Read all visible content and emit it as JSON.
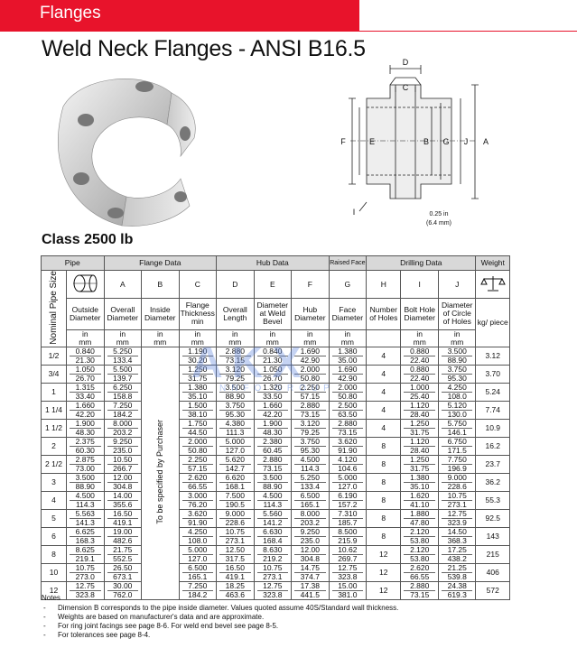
{
  "section_tab": "Flanges",
  "page_title": "Weld Neck Flanges - ANSI B16.5",
  "class_label": "Class 2500 lb",
  "watermark": {
    "big": "AKX",
    "small": "NNFO GROUP"
  },
  "diagram": {
    "labels": {
      "D": "D",
      "C": "C",
      "F": "F",
      "E": "E",
      "B": "B",
      "G": "G",
      "J": "J",
      "A": "A",
      "I": "I"
    },
    "note_line1": "0.25 in",
    "note_line2": "(6.4 mm)"
  },
  "table": {
    "group_headers": {
      "pipe": "Pipe",
      "flange": "Flange Data",
      "hub": "Hub Data",
      "raised_face": "Raised Face",
      "drilling": "Drilling Data",
      "weight": "Weight"
    },
    "nominal_label": "Nominal Pipe Size",
    "letters": [
      "A",
      "B",
      "C",
      "D",
      "E",
      "F",
      "G",
      "H",
      "I",
      "J"
    ],
    "subheaders": [
      "Outside Diameter",
      "Overall Diameter",
      "Inside Diameter",
      "Flange Thickness min",
      "Overall Length",
      "Diameter at Weld Bevel",
      "Hub Diameter",
      "Face Diameter",
      "Number of Holes",
      "Bolt Hole Diameter",
      "Diameter of Circle of Holes"
    ],
    "weight_unit": "kg/ piece",
    "units": [
      "in",
      "mm"
    ],
    "inside_diameter_note": "To be specified by Purchaser",
    "rows": [
      {
        "nps": "1/2",
        "od": [
          "0.840",
          "21.30"
        ],
        "a": [
          "5.250",
          "133.4"
        ],
        "c": [
          "1.190",
          "30.20"
        ],
        "d": [
          "2.880",
          "73.15"
        ],
        "e": [
          "0.840",
          "21.30"
        ],
        "f": [
          "1.690",
          "42.90"
        ],
        "g": [
          "1.380",
          "35.00"
        ],
        "h": "4",
        "i": [
          "0.880",
          "22.40"
        ],
        "j": [
          "3.500",
          "88.90"
        ],
        "w": "3.12"
      },
      {
        "nps": "3/4",
        "od": [
          "1.050",
          "26.70"
        ],
        "a": [
          "5.500",
          "139.7"
        ],
        "c": [
          "1.250",
          "31.75"
        ],
        "d": [
          "3.120",
          "79.25"
        ],
        "e": [
          "1.050",
          "26.70"
        ],
        "f": [
          "2.000",
          "50.80"
        ],
        "g": [
          "1.690",
          "42.90"
        ],
        "h": "4",
        "i": [
          "0.880",
          "22.40"
        ],
        "j": [
          "3.750",
          "95.30"
        ],
        "w": "3.70"
      },
      {
        "nps": "1",
        "od": [
          "1.315",
          "33.40"
        ],
        "a": [
          "6.250",
          "158.8"
        ],
        "c": [
          "1.380",
          "35.10"
        ],
        "d": [
          "3.500",
          "88.90"
        ],
        "e": [
          "1.320",
          "33.50"
        ],
        "f": [
          "2.250",
          "57.15"
        ],
        "g": [
          "2.000",
          "50.80"
        ],
        "h": "4",
        "i": [
          "1.000",
          "25.40"
        ],
        "j": [
          "4.250",
          "108.0"
        ],
        "w": "5.24"
      },
      {
        "nps": "1 1/4",
        "od": [
          "1.660",
          "42.20"
        ],
        "a": [
          "7.250",
          "184.2"
        ],
        "c": [
          "1.500",
          "38.10"
        ],
        "d": [
          "3.750",
          "95.30"
        ],
        "e": [
          "1.660",
          "42.20"
        ],
        "f": [
          "2.880",
          "73.15"
        ],
        "g": [
          "2.500",
          "63.50"
        ],
        "h": "4",
        "i": [
          "1.120",
          "28.40"
        ],
        "j": [
          "5.120",
          "130.0"
        ],
        "w": "7.74"
      },
      {
        "nps": "1 1/2",
        "od": [
          "1.900",
          "48.30"
        ],
        "a": [
          "8.000",
          "203.2"
        ],
        "c": [
          "1.750",
          "44.50"
        ],
        "d": [
          "4.380",
          "111.3"
        ],
        "e": [
          "1.900",
          "48.30"
        ],
        "f": [
          "3.120",
          "79.25"
        ],
        "g": [
          "2.880",
          "73.15"
        ],
        "h": "4",
        "i": [
          "1.250",
          "31.75"
        ],
        "j": [
          "5.750",
          "146.1"
        ],
        "w": "10.9"
      },
      {
        "nps": "2",
        "od": [
          "2.375",
          "60.30"
        ],
        "a": [
          "9.250",
          "235.0"
        ],
        "c": [
          "2.000",
          "50.80"
        ],
        "d": [
          "5.000",
          "127.0"
        ],
        "e": [
          "2.380",
          "60.45"
        ],
        "f": [
          "3.750",
          "95.30"
        ],
        "g": [
          "3.620",
          "91.90"
        ],
        "h": "8",
        "i": [
          "1.120",
          "28.40"
        ],
        "j": [
          "6.750",
          "171.5"
        ],
        "w": "16.2"
      },
      {
        "nps": "2 1/2",
        "od": [
          "2.875",
          "73.00"
        ],
        "a": [
          "10.50",
          "266.7"
        ],
        "c": [
          "2.250",
          "57.15"
        ],
        "d": [
          "5.620",
          "142.7"
        ],
        "e": [
          "2.880",
          "73.15"
        ],
        "f": [
          "4.500",
          "114.3"
        ],
        "g": [
          "4.120",
          "104.6"
        ],
        "h": "8",
        "i": [
          "1.250",
          "31.75"
        ],
        "j": [
          "7.750",
          "196.9"
        ],
        "w": "23.7"
      },
      {
        "nps": "3",
        "od": [
          "3.500",
          "88.90"
        ],
        "a": [
          "12.00",
          "304.8"
        ],
        "c": [
          "2.620",
          "66.55"
        ],
        "d": [
          "6.620",
          "168.1"
        ],
        "e": [
          "3.500",
          "88.90"
        ],
        "f": [
          "5.250",
          "133.4"
        ],
        "g": [
          "5.000",
          "127.0"
        ],
        "h": "8",
        "i": [
          "1.380",
          "35.10"
        ],
        "j": [
          "9.000",
          "228.6"
        ],
        "w": "36.2"
      },
      {
        "nps": "4",
        "od": [
          "4.500",
          "114.3"
        ],
        "a": [
          "14.00",
          "355.6"
        ],
        "c": [
          "3.000",
          "76.20"
        ],
        "d": [
          "7.500",
          "190.5"
        ],
        "e": [
          "4.500",
          "114.3"
        ],
        "f": [
          "6.500",
          "165.1"
        ],
        "g": [
          "6.190",
          "157.2"
        ],
        "h": "8",
        "i": [
          "1.620",
          "41.10"
        ],
        "j": [
          "10.75",
          "273.1"
        ],
        "w": "55.3"
      },
      {
        "nps": "5",
        "od": [
          "5.563",
          "141.3"
        ],
        "a": [
          "16.50",
          "419.1"
        ],
        "c": [
          "3.620",
          "91.90"
        ],
        "d": [
          "9.000",
          "228.6"
        ],
        "e": [
          "5.560",
          "141.2"
        ],
        "f": [
          "8.000",
          "203.2"
        ],
        "g": [
          "7.310",
          "185.7"
        ],
        "h": "8",
        "i": [
          "1.880",
          "47.80"
        ],
        "j": [
          "12.75",
          "323.9"
        ],
        "w": "92.5"
      },
      {
        "nps": "6",
        "od": [
          "6.625",
          "168.3"
        ],
        "a": [
          "19.00",
          "482.6"
        ],
        "c": [
          "4.250",
          "108.0"
        ],
        "d": [
          "10.75",
          "273.1"
        ],
        "e": [
          "6.630",
          "168.4"
        ],
        "f": [
          "9.250",
          "235.0"
        ],
        "g": [
          "8.500",
          "215.9"
        ],
        "h": "8",
        "i": [
          "2.120",
          "53.80"
        ],
        "j": [
          "14.50",
          "368.3"
        ],
        "w": "143"
      },
      {
        "nps": "8",
        "od": [
          "8.625",
          "219.1"
        ],
        "a": [
          "21.75",
          "552.5"
        ],
        "c": [
          "5.000",
          "127.0"
        ],
        "d": [
          "12.50",
          "317.5"
        ],
        "e": [
          "8.630",
          "219.2"
        ],
        "f": [
          "12.00",
          "304.8"
        ],
        "g": [
          "10.62",
          "269.7"
        ],
        "h": "12",
        "i": [
          "2.120",
          "53.80"
        ],
        "j": [
          "17.25",
          "438.2"
        ],
        "w": "215"
      },
      {
        "nps": "10",
        "od": [
          "10.75",
          "273.0"
        ],
        "a": [
          "26.50",
          "673.1"
        ],
        "c": [
          "6.500",
          "165.1"
        ],
        "d": [
          "16.50",
          "419.1"
        ],
        "e": [
          "10.75",
          "273.1"
        ],
        "f": [
          "14.75",
          "374.7"
        ],
        "g": [
          "12.75",
          "323.8"
        ],
        "h": "12",
        "i": [
          "2.620",
          "66.55"
        ],
        "j": [
          "21.25",
          "539.8"
        ],
        "w": "406"
      },
      {
        "nps": "12",
        "od": [
          "12.75",
          "323.8"
        ],
        "a": [
          "30.00",
          "762.0"
        ],
        "c": [
          "7.250",
          "184.2"
        ],
        "d": [
          "18.25",
          "463.6"
        ],
        "e": [
          "12.75",
          "323.8"
        ],
        "f": [
          "17.38",
          "441.5"
        ],
        "g": [
          "15.00",
          "381.0"
        ],
        "h": "12",
        "i": [
          "2.880",
          "73.15"
        ],
        "j": [
          "24.38",
          "619.3"
        ],
        "w": "572"
      }
    ]
  },
  "notes": {
    "heading": "Notes",
    "items": [
      "Dimension B corresponds to the pipe inside diameter. Values quoted assume 40S/Standard wall thickness.",
      "Weights are based on manufacturer's data and are approximate.",
      "For ring joint facings see page 8-6. For weld end bevel see page 8-5.",
      "For tolerances see page 8-4."
    ]
  }
}
